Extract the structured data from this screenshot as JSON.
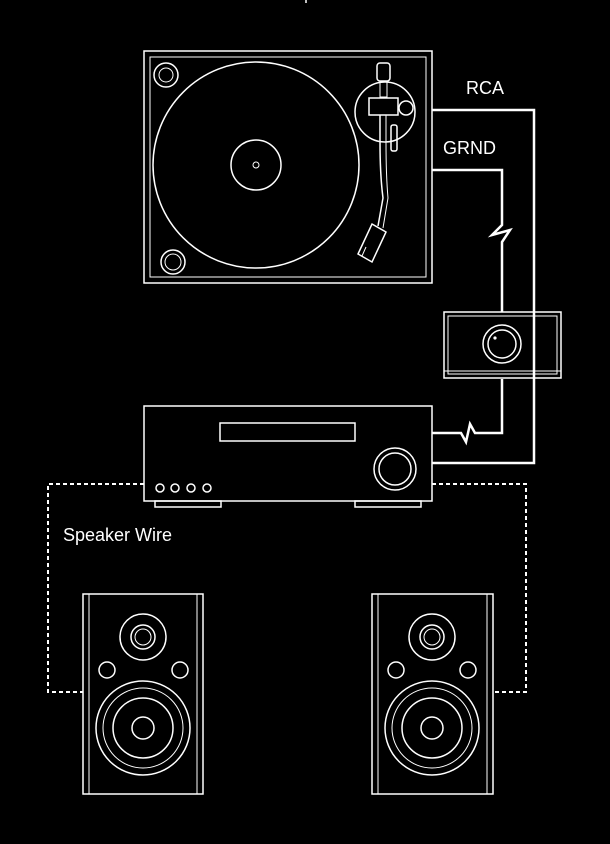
{
  "labels": {
    "rca": "RCA",
    "grnd": "GRND",
    "speaker_wire": "Speaker Wire"
  },
  "colors": {
    "background": "#000000",
    "line": "#ffffff"
  },
  "components": [
    "turntable",
    "phono-preamp",
    "amplifier",
    "left-speaker",
    "right-speaker"
  ]
}
